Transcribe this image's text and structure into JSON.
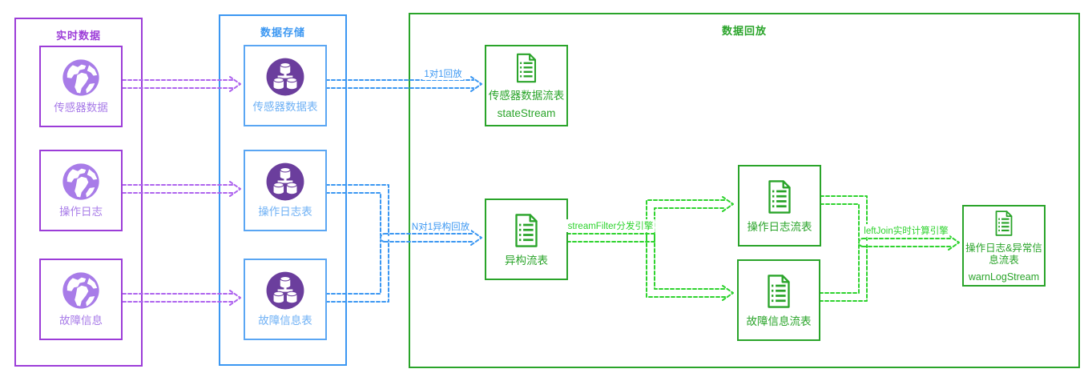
{
  "colors": {
    "purple": "#9c3dd8",
    "purple_light": "#a87ce8",
    "purple_dark": "#6b3e9d",
    "purple_arrow": "#ae64ee",
    "blue": "#3b97f2",
    "blue_node": "#5aa6f3",
    "blue_light": "#6fb1f5",
    "green": "#2aa42a",
    "green_bright": "#2ed32e"
  },
  "groups": {
    "realtime": {
      "title": "实时数据",
      "nodes": [
        {
          "label": "传感器数据",
          "icon": "globe-icon"
        },
        {
          "label": "操作日志",
          "icon": "globe-icon"
        },
        {
          "label": "故障信息",
          "icon": "globe-icon"
        }
      ]
    },
    "storage": {
      "title": "数据存储",
      "nodes": [
        {
          "label": "传感器数据表",
          "icon": "database-icon"
        },
        {
          "label": "操作日志表",
          "icon": "database-icon"
        },
        {
          "label": "故障信息表",
          "icon": "database-icon"
        }
      ]
    },
    "playback": {
      "title": "数据回放",
      "nodes": [
        {
          "label": "传感器数据流表",
          "sub": "stateStream",
          "icon": "document-icon"
        },
        {
          "label": "异构流表",
          "icon": "document-icon"
        },
        {
          "label": "操作日志流表",
          "icon": "document-icon"
        },
        {
          "label": "故障信息流表",
          "icon": "document-icon"
        },
        {
          "label": "操作日志&异常信息流表",
          "sub": "warnLogStream",
          "icon": "document-icon"
        }
      ]
    }
  },
  "arrow_labels": {
    "one_to_one": "1对1回放",
    "n_to_one": "N对1异构回放",
    "stream_filter": "streamFilter分发引擎",
    "left_join": "leftJoin实时计算引擎"
  }
}
